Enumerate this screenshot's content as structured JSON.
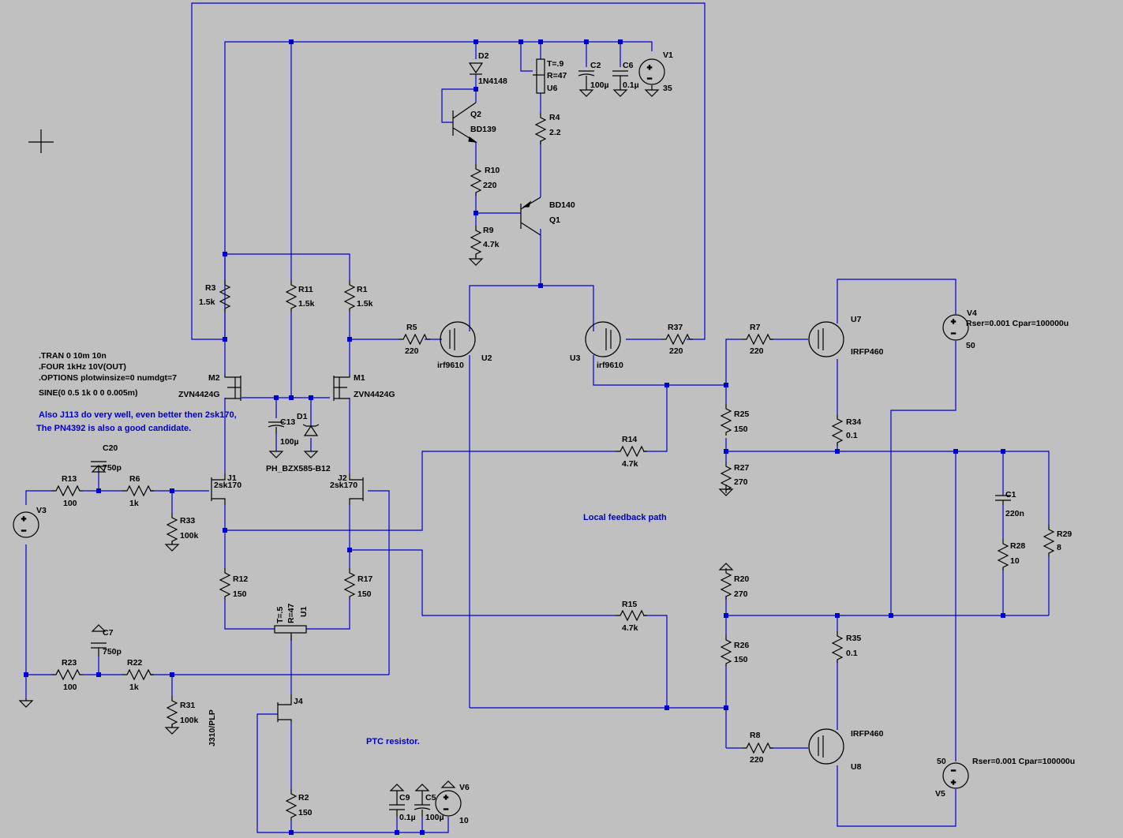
{
  "schematic": {
    "directives": [
      ".TRAN 0 10m 10n",
      ".FOUR 1kHz 10V(OUT)",
      ".OPTIONS plotwinsize=0 numdgt=7",
      "SINE(0 0.5 1k 0 0 0.005m)"
    ],
    "comment_lines": [
      "Also J113 do very well, even better then 2sk170,",
      "The PN4392 is also a good candidate."
    ],
    "notes": [
      "Local feedback path",
      "PTC resistor."
    ],
    "components": [
      {
        "ref": "R3",
        "value": "1.5k"
      },
      {
        "ref": "R11",
        "value": "1.5k"
      },
      {
        "ref": "R1",
        "value": "1.5k"
      },
      {
        "ref": "R5",
        "value": "220"
      },
      {
        "ref": "R37",
        "value": "220"
      },
      {
        "ref": "R7",
        "value": "220"
      },
      {
        "ref": "R8",
        "value": "220"
      },
      {
        "ref": "R10",
        "value": "220"
      },
      {
        "ref": "R9",
        "value": "4.7k"
      },
      {
        "ref": "R4",
        "value": "2.2"
      },
      {
        "ref": "R25",
        "value": "150"
      },
      {
        "ref": "R27",
        "value": "270"
      },
      {
        "ref": "R20",
        "value": "270"
      },
      {
        "ref": "R26",
        "value": "150"
      },
      {
        "ref": "R14",
        "value": "4.7k"
      },
      {
        "ref": "R15",
        "value": "4.7k"
      },
      {
        "ref": "R34",
        "value": "0.1"
      },
      {
        "ref": "R35",
        "value": "0.1"
      },
      {
        "ref": "R28",
        "value": "10"
      },
      {
        "ref": "R29",
        "value": "8"
      },
      {
        "ref": "R13",
        "value": "100"
      },
      {
        "ref": "R6",
        "value": "1k"
      },
      {
        "ref": "R33",
        "value": "100k"
      },
      {
        "ref": "R12",
        "value": "150"
      },
      {
        "ref": "R17",
        "value": "150"
      },
      {
        "ref": "R23",
        "value": "100"
      },
      {
        "ref": "R22",
        "value": "1k"
      },
      {
        "ref": "R31",
        "value": "100k"
      },
      {
        "ref": "R2",
        "value": "150"
      },
      {
        "ref": "C2",
        "value": "100µ"
      },
      {
        "ref": "C6",
        "value": "0.1µ"
      },
      {
        "ref": "C13",
        "value": "100µ"
      },
      {
        "ref": "C20",
        "value": "750p"
      },
      {
        "ref": "C7",
        "value": "750p"
      },
      {
        "ref": "C1",
        "value": "220n"
      },
      {
        "ref": "C9",
        "value": "0.1µ"
      },
      {
        "ref": "C5",
        "value": "100µ"
      },
      {
        "ref": "D2",
        "value": "1N4148"
      },
      {
        "ref": "D1",
        "value": "PH_BZX585-B12"
      },
      {
        "ref": "Q2",
        "value": "BD139"
      },
      {
        "ref": "Q1",
        "value": "BD140"
      },
      {
        "ref": "M2",
        "value": "ZVN4424G"
      },
      {
        "ref": "M1",
        "value": "ZVN4424G"
      },
      {
        "ref": "J1",
        "value": "2sk170"
      },
      {
        "ref": "J2",
        "value": "2sk170"
      },
      {
        "ref": "J4",
        "value": "J310/PLP"
      },
      {
        "ref": "U2",
        "value": "irf9610"
      },
      {
        "ref": "U3",
        "value": "irf9610"
      },
      {
        "ref": "U7",
        "value": "IRFP460"
      },
      {
        "ref": "U8",
        "value": "IRFP460"
      },
      {
        "ref": "U6",
        "value": "T=.9 R=47"
      },
      {
        "ref": "U1",
        "value": "T=.5 R=47"
      },
      {
        "ref": "V1",
        "value": "35"
      },
      {
        "ref": "V4",
        "value": "50"
      },
      {
        "ref": "V5",
        "value": "50"
      },
      {
        "ref": "V6",
        "value": "10"
      },
      {
        "ref": "V3",
        "value": ""
      }
    ],
    "source_params": {
      "V4": "Rser=0.001 Cpar=100000u",
      "V5": "Rser=0.001 Cpar=100000u"
    },
    "pot_labels": {
      "U6_t": "T=.9",
      "U6_r": "R=47",
      "U6": "U6",
      "U1_t": "T=.5",
      "U1_r": "R=47",
      "U1": "U1"
    }
  },
  "colors": {
    "background": "#c0c0c0",
    "wire": "#0000d0",
    "component": "#000000",
    "note": "#0000c0"
  }
}
